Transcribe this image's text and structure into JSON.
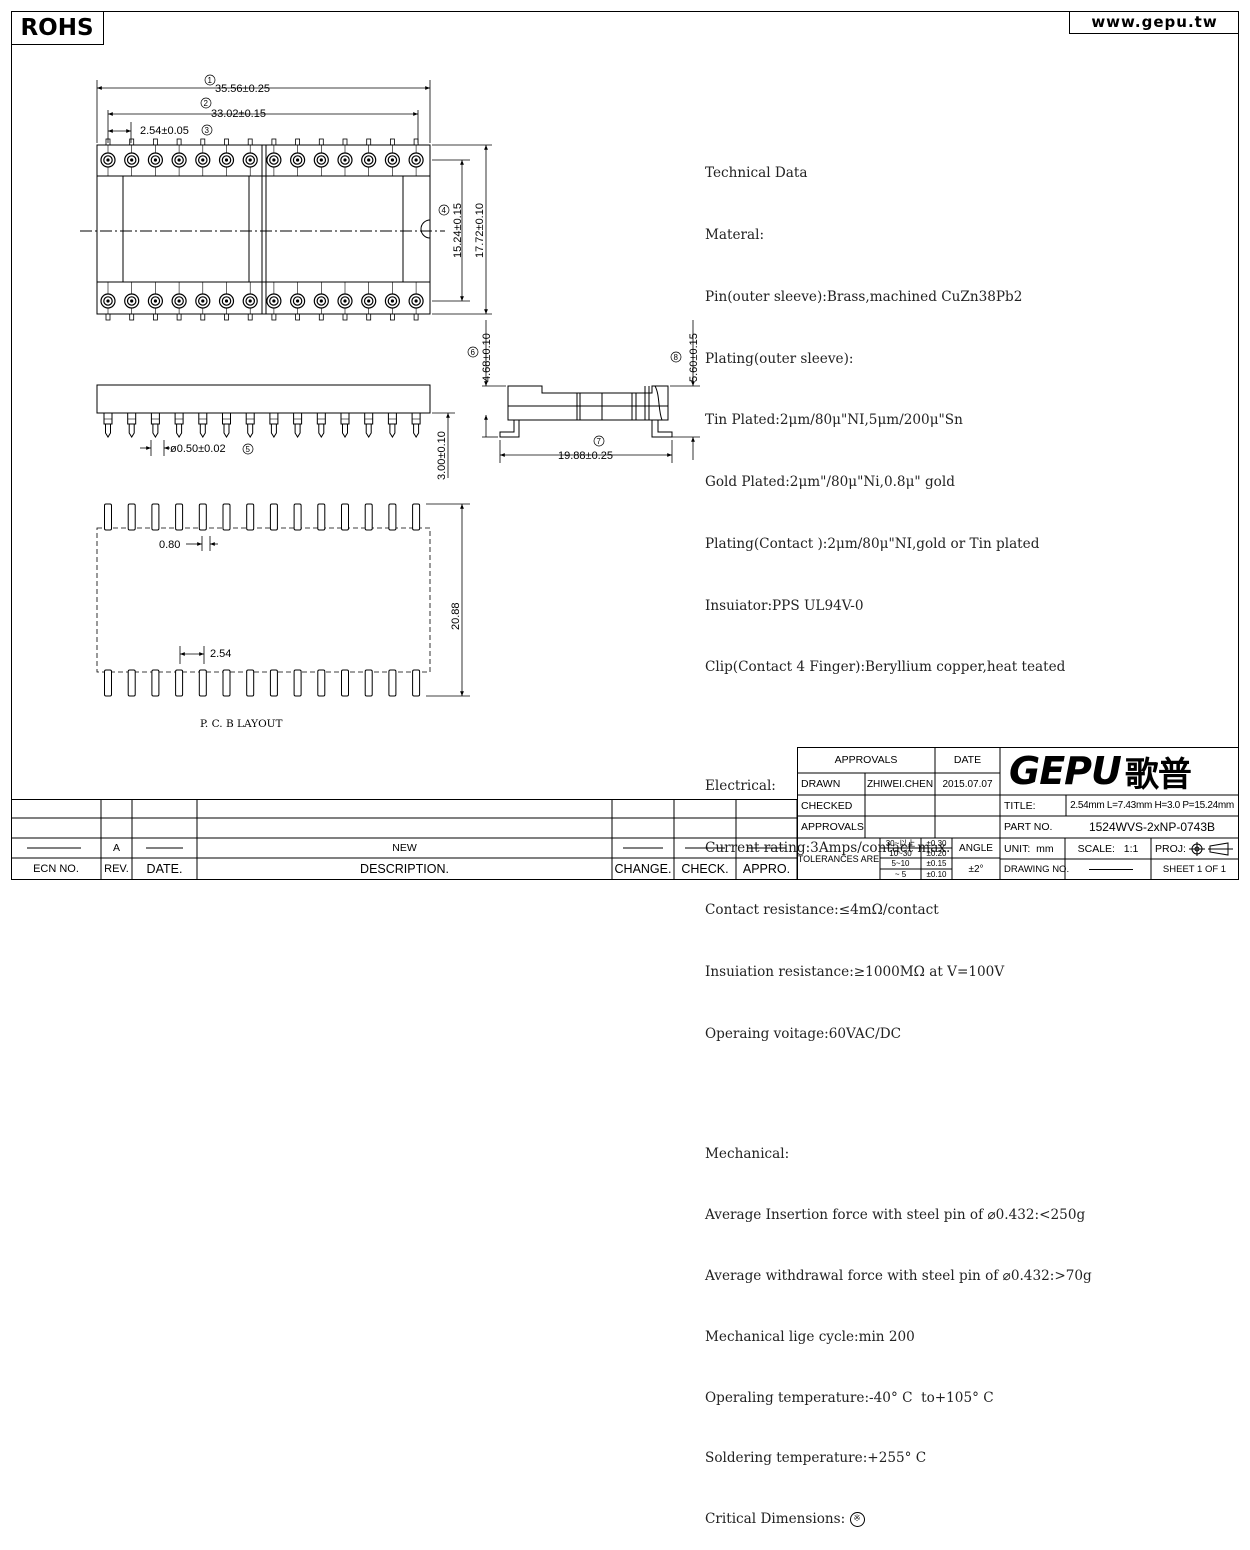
{
  "header": {
    "rohs": "ROHS",
    "website": "www.gepu.tw"
  },
  "dims": {
    "d1": "35.56±0.25",
    "d2": "33.02±0.15",
    "d3": "2.54±0.05",
    "d4a": "15.24±0.15",
    "d4b": "17.72±0.10",
    "d5": "ø0.50±0.02",
    "d6": "4.68±0.10",
    "d7": "19.88±0.25",
    "d8": "5.60±0.15",
    "d9": "3.00±0.10",
    "pcb_w": "0.80",
    "pcb_p": "2.54",
    "pcb_h": "20.88",
    "pcb_label": "P. C. B LAYOUT",
    "m1": "1",
    "m2": "2",
    "m3": "3",
    "m4": "4",
    "m5": "5",
    "m6": "6",
    "m7": "7",
    "m8": "8"
  },
  "tech": [
    "Technical Data",
    "Materal:",
    "Pin(outer sleeve):Brass,machined CuZn38Pb2",
    "Plating(outer sleeve):",
    "Tin Plated:2μm/80μ\"NI,5μm/200μ\"Sn",
    "Gold Plated:2μm\"/80μ\"Ni,0.8μ\" gold",
    "Plating(Contact ):2μm/80μ\"NI,gold or Tin plated",
    "Insuiator:PPS UL94V-0",
    "Clip(Contact 4 Finger):Beryllium copper,heat teated"
  ],
  "elec": [
    "Electrical:",
    "Current rating:3Amps/contact max.",
    "Contact resistance:≤4mΩ/contact",
    "Insuiation resistance:≥1000MΩ at V=100V",
    "Operaing voitage:60VAC/DC"
  ],
  "mech": [
    "Mechanical:",
    "Average Insertion force with steel pin of ⌀0.432:<250g",
    "Average withdrawal force with steel pin of ⌀0.432:>70g",
    "Mechanical lige cycle:min 200",
    "Operaling temperature:-40° C  to+105° C",
    "Soldering temperature:+255° C",
    "Critical Dimensions:"
  ],
  "critical_mark": "※",
  "titleblock": {
    "approvals_hdr": "APPROVALS",
    "date_hdr": "DATE",
    "drawn": "DRAWN",
    "drawn_by": "ZHIWEI.CHEN",
    "drawn_date": "2015.07.07",
    "checked": "CHECKED",
    "approvals": "APPROVALS",
    "logo": "GEPU",
    "logo_cn": "歌普",
    "title_lbl": "TITLE:",
    "title_val": "2.54mm L=7.43mm H=3.0 P=15.24mm",
    "part_lbl": "PART NO.",
    "part_val": "1524WVS-2xNP-0743B",
    "tol_lbl": "TOLERANCES ARE",
    "tol_ranges": [
      "30~以上",
      "10~30",
      "5~10",
      "~ 5"
    ],
    "tol_vals": [
      "±0.30",
      "±0.20",
      "±0.15",
      "±0.10"
    ],
    "angle_lbl": "ANGLE",
    "angle_val": "±2°",
    "unit_lbl": "UNIT:",
    "unit_val": "mm",
    "scale_lbl": "SCALE:",
    "scale_val": "1:1",
    "proj_lbl": "PROJ:",
    "dwg_lbl": "DRAWING NO.",
    "sheet": "SHEET  1  OF  1"
  },
  "revblock": {
    "rev_val": "A",
    "desc_val": "NEW",
    "ecn": "ECN NO.",
    "rev": "REV.",
    "date": "DATE.",
    "desc": "DESCRIPTION.",
    "change": "CHANGE.",
    "check": "CHECK.",
    "appro": "APPRO."
  }
}
